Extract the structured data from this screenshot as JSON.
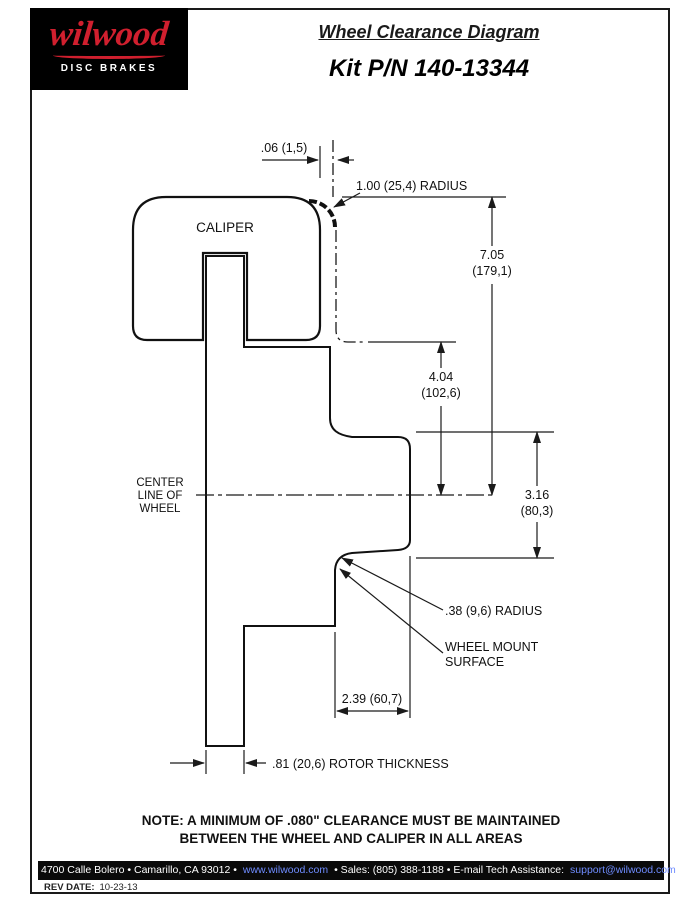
{
  "page": {
    "logo": {
      "brand": "wilwood",
      "tagline": "DISC BRAKES"
    },
    "title": "Wheel Clearance Diagram",
    "subtitle": "Kit P/N 140-13344",
    "note_line1": "NOTE: A MINIMUM OF .080\" CLEARANCE MUST BE MAINTAINED",
    "note_line2": "BETWEEN THE WHEEL AND CALIPER IN ALL AREAS",
    "footer": {
      "part1": "4700 Calle Bolero • Camarillo, CA 93012 •",
      "link1": "www.wilwood.com",
      "part2": "• Sales: (805) 388-1188 • E-mail Tech Assistance:",
      "link2": "support@wilwood.com",
      "rev_label": "REV DATE:",
      "rev_date": "10-23-13"
    }
  },
  "diagram": {
    "caliper_label": "CALIPER",
    "centerline_label_1": "CENTER",
    "centerline_label_2": "LINE OF",
    "centerline_label_3": "WHEEL",
    "dims": {
      "gap": ".06 (1,5)",
      "radius_top": "1.00 (25,4) RADIUS",
      "height_total_1": "7.05",
      "height_total_2": "(179,1)",
      "height_caliper_1": "4.04",
      "height_caliper_2": "(102,6)",
      "height_hub_1": "3.16",
      "height_hub_2": "(80,3)",
      "radius_bottom": ".38 (9,6) RADIUS",
      "wheel_mount_1": "WHEEL MOUNT",
      "wheel_mount_2": "SURFACE",
      "hat_depth": "2.39 (60,7)",
      "rotor_thickness": ".81 (20,6) ROTOR THICKNESS"
    }
  },
  "colors": {
    "caliper_fill": "#d8d9da",
    "rotor_fill": "#c2c3c5",
    "logo_red": "#d01f2e",
    "link_blue": "#6f8cff"
  }
}
